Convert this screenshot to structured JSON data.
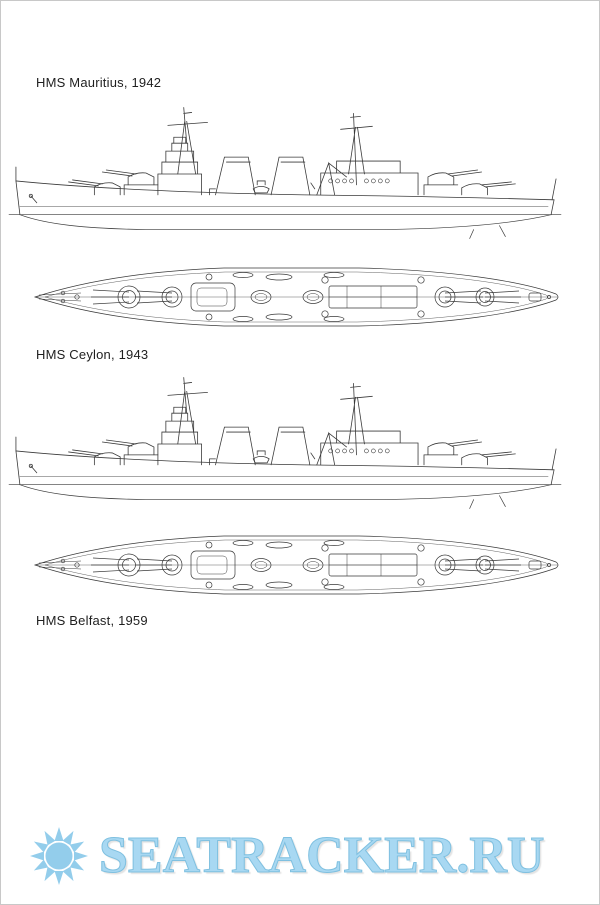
{
  "sections": [
    {
      "label": "HMS Mauritius, 1942"
    },
    {
      "label": "HMS Ceylon, 1943"
    },
    {
      "label": "HMS Belfast, 1959"
    }
  ],
  "watermark": {
    "text": "SEATRACKER.RU",
    "icon": "sun-icon"
  },
  "colors": {
    "background": "#ffffff",
    "border": "#c8c8c8",
    "text": "#1f1f1f",
    "line": "#3a3a3a",
    "watermark": "#a8d8f2",
    "watermark-outline": "#7fc0e0",
    "watermark-icon": "#93cdeb"
  }
}
